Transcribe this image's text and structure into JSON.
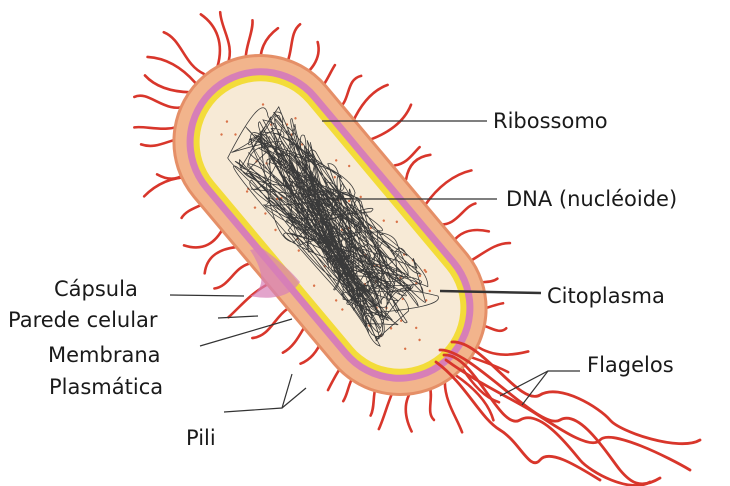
{
  "diagram": {
    "labels": {
      "ribossomo": "Ribossomo",
      "dna": "DNA (nucléoide)",
      "citoplasma": "Citoplasma",
      "flagelos": "Flagelos",
      "capsula": "Cápsula",
      "parede": "Parede celular",
      "membrana_line1": "Membrana",
      "membrana_line2": "Plasmática",
      "pili": "Pili"
    },
    "colors": {
      "capsule": "#f2b48c",
      "capsule_edge": "#e58f67",
      "cell_wall": "#d77fb7",
      "membrane": "#f3dc3a",
      "cytoplasm": "#f7ead6",
      "dna": "#3a3a3a",
      "ribosome": "#d9734a",
      "appendage": "#d8362b",
      "leader": "#333333"
    }
  }
}
